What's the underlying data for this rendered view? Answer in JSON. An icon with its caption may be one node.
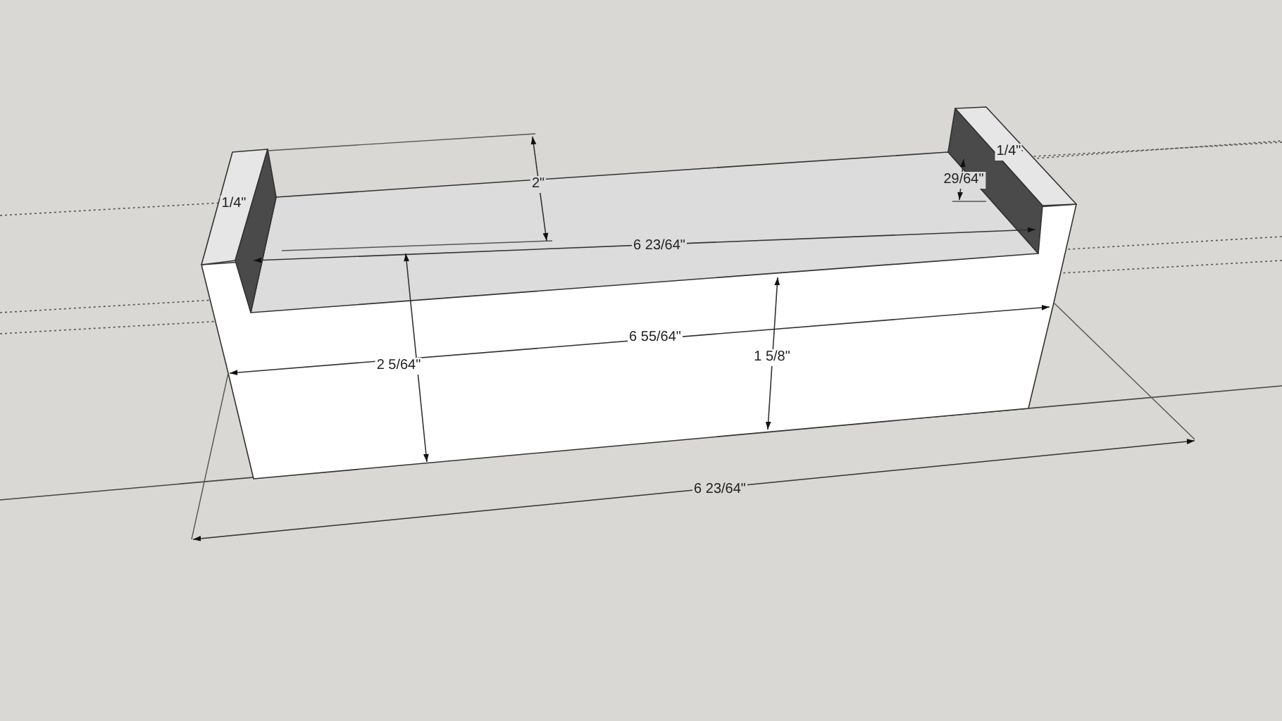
{
  "diagram": {
    "labels": [
      "2\"",
      "1/4\"",
      "1/4\"",
      "29/64\"",
      "6 23/64\"",
      "6 55/64\"",
      "2 5/64\"",
      "1 5/8\"",
      "6 23/64\""
    ]
  }
}
